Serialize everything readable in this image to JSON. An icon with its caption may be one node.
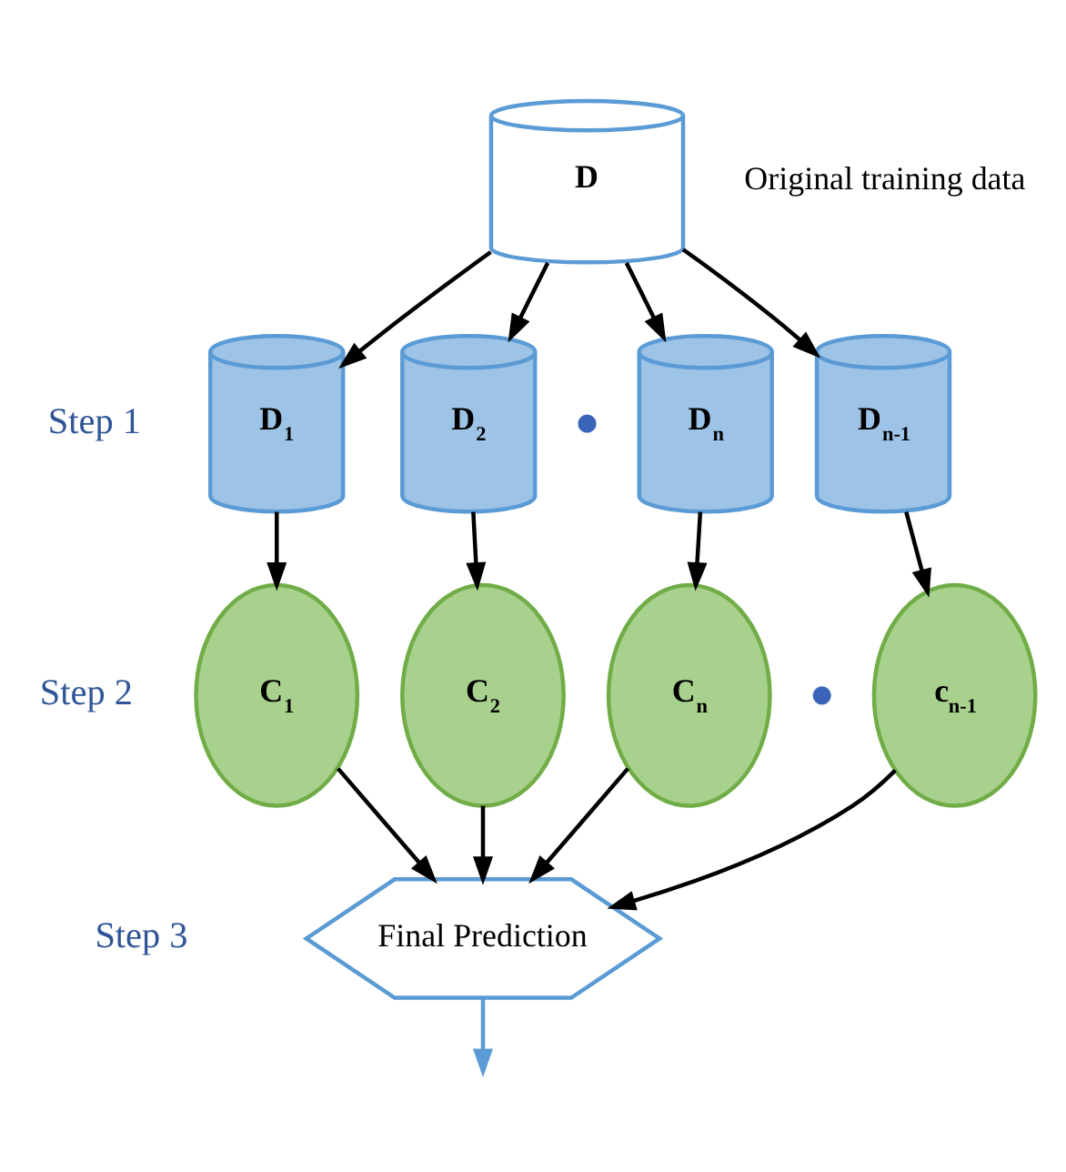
{
  "diagram": {
    "nodes": [
      {
        "text": [
          "D"
        ],
        "beside": [
          "Original training data"
        ]
      },
      {
        "text": [
          "D$_{1}$"
        ]
      },
      {
        "text": [
          "D$_{2}$"
        ]
      },
      {
        "text": [
          "D$_{n-1}$"
        ]
      },
      {
        "text": [
          "D$_{n}$"
        ]
      },
      {
        "text": [
          "C$_{1}$"
        ]
      },
      {
        "text": [
          "C$_{2}$"
        ]
      },
      {
        "text": [
          "c$_{n-1}$"
        ]
      },
      {
        "text": [
          "C$_{n}$"
        ]
      },
      {
        "text": [
          "Final Prediction"
        ]
      }
    ],
    "edges": [
      {
        "from": 0,
        "to": 1,
        "arrow": "to"
      },
      {
        "from": 0,
        "to": 2,
        "arrow": "to"
      },
      {
        "from": 0,
        "to": 3,
        "arrow": "to"
      },
      {
        "from": 0,
        "to": 4,
        "arrow": "to"
      },
      {
        "from": 1,
        "to": 5,
        "arrow": "to"
      },
      {
        "from": 2,
        "to": 6,
        "arrow": "to"
      },
      {
        "from": 3,
        "to": 7,
        "arrow": "to"
      },
      {
        "from": 4,
        "to": 8,
        "arrow": "to"
      },
      {
        "from": 5,
        "to": 9,
        "arrow": "to"
      },
      {
        "from": 6,
        "to": 9,
        "arrow": "to"
      },
      {
        "from": 7,
        "to": 9,
        "arrow": "to"
      },
      {
        "from": 8,
        "to": 9,
        "arrow": "to"
      },
      {
        "from": 9,
        "to": null,
        "arrow": "to",
        "color": "#5b9bd5"
      }
    ],
    "labels": [
      "Step 1",
      "Step 2",
      "Step 3"
    ]
  }
}
